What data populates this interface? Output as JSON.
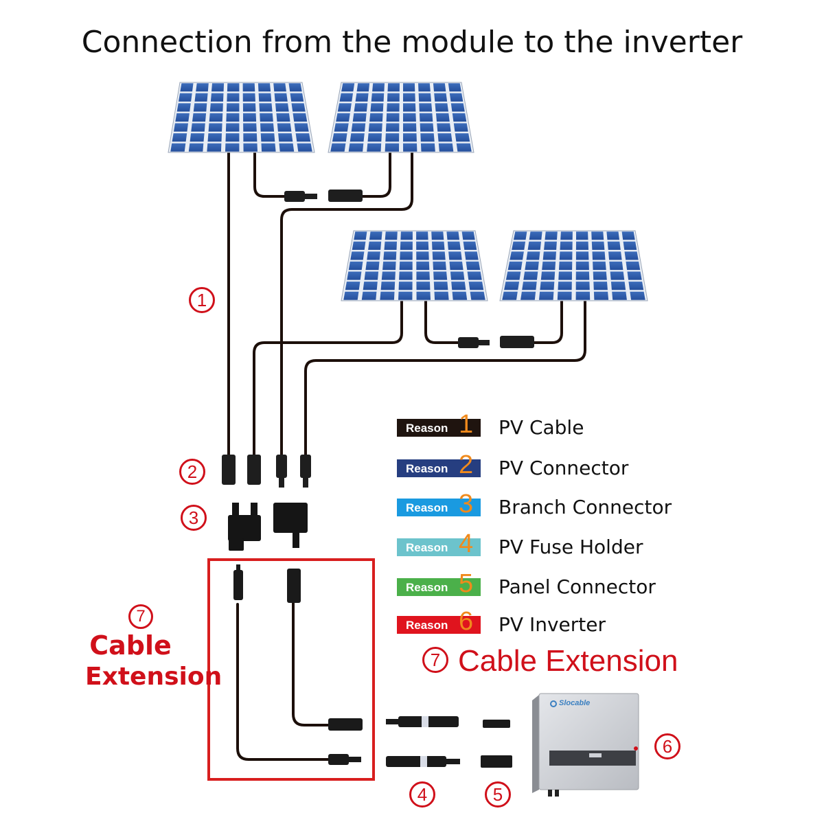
{
  "title": "Connection from the module to the inverter",
  "callouts": {
    "c1": "1",
    "c2": "2",
    "c3": "3",
    "c4": "4",
    "c5": "5",
    "c6": "6",
    "c7": "7"
  },
  "legend": [
    {
      "word": "Reason",
      "number": "1",
      "label": "PV Cable",
      "color": "#1f140f"
    },
    {
      "word": "Reason",
      "number": "2",
      "label": "PV Connector",
      "color": "#263e80"
    },
    {
      "word": "Reason",
      "number": "3",
      "label": "Branch Connector",
      "color": "#1a9ae0"
    },
    {
      "word": "Reason",
      "number": "4",
      "label": "PV Fuse Holder",
      "color": "#6cc3cc"
    },
    {
      "word": "Reason",
      "number": "5",
      "label": "Panel Connector",
      "color": "#4bb04a"
    },
    {
      "word": "Reason",
      "number": "6",
      "label": "PV Inverter",
      "color": "#e0141e"
    }
  ],
  "cable_extension": {
    "label_inline": "Cable Extension",
    "label_line1": "Cable",
    "label_line2": "Extension"
  },
  "inverter": {
    "brand": "Slocable"
  },
  "colors": {
    "accent_red": "#d0101a",
    "number_orange": "#f08a1c",
    "panel_blue": "#2d5aa8",
    "cable": "#1c0f0a"
  }
}
